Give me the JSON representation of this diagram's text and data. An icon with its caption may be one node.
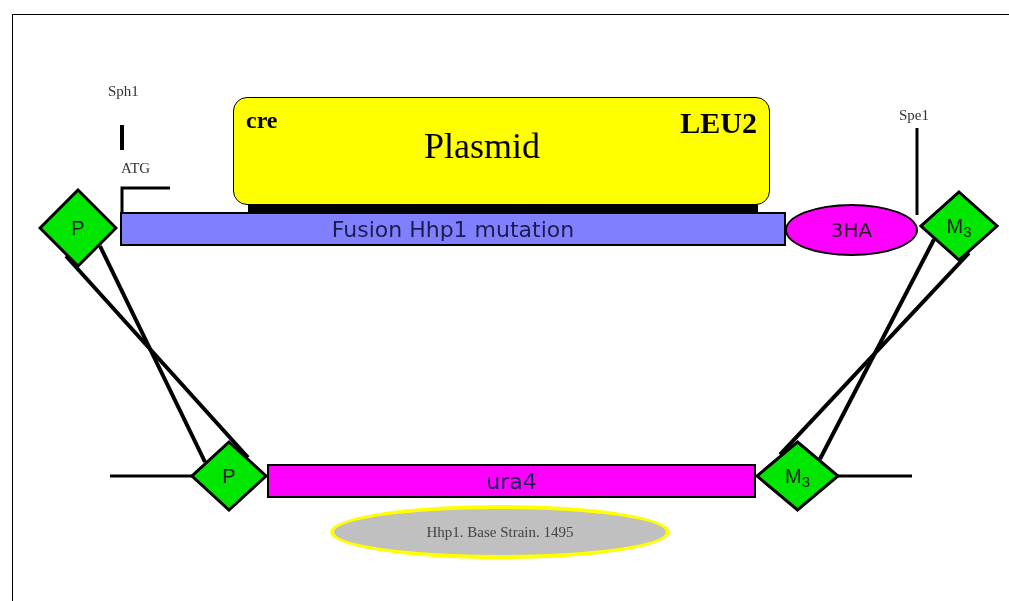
{
  "diagram": {
    "nodes": [
      {
        "text": [
          "cre",
          "Plasmid",
          "LEU2"
        ]
      },
      {
        "text": [
          "P"
        ]
      },
      {
        "text": [
          "Fusion Hhp1 mutation"
        ]
      },
      {
        "text": [
          "3HA"
        ]
      },
      {
        "text": [
          "M$_{3}$"
        ]
      },
      {
        "text": [
          "P"
        ]
      },
      {
        "text": [
          "ura4"
        ]
      },
      {
        "text": [
          "M$_{3}$"
        ]
      },
      {
        "text": [
          "Hhp1. Base Strain. 1495"
        ]
      }
    ],
    "edges": [
      {
        "from": 1,
        "to": 5,
        "arrow": "none"
      },
      {
        "from": 1,
        "to": 5,
        "arrow": "none"
      },
      {
        "from": 4,
        "to": 7,
        "arrow": "none"
      },
      {
        "from": 4,
        "to": 7,
        "arrow": "none"
      }
    ],
    "labels": [
      "Sph1",
      "ATG",
      "Spe1"
    ]
  }
}
